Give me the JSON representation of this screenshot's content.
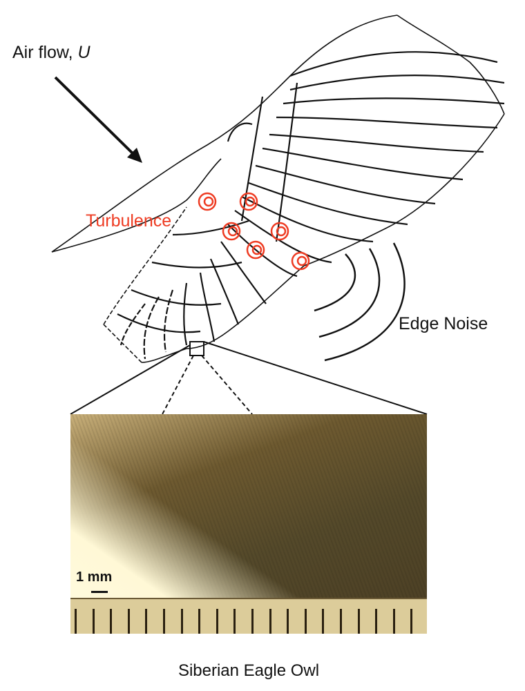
{
  "labels": {
    "airflow_prefix": "Air flow, ",
    "airflow_symbol": "U",
    "turbulence": "Turbulence",
    "edge_noise": "Edge Noise",
    "caption": "Siberian Eagle Owl",
    "scale": "1 mm"
  },
  "colors": {
    "turbulence": "#ee3b22",
    "line": "#111111"
  }
}
